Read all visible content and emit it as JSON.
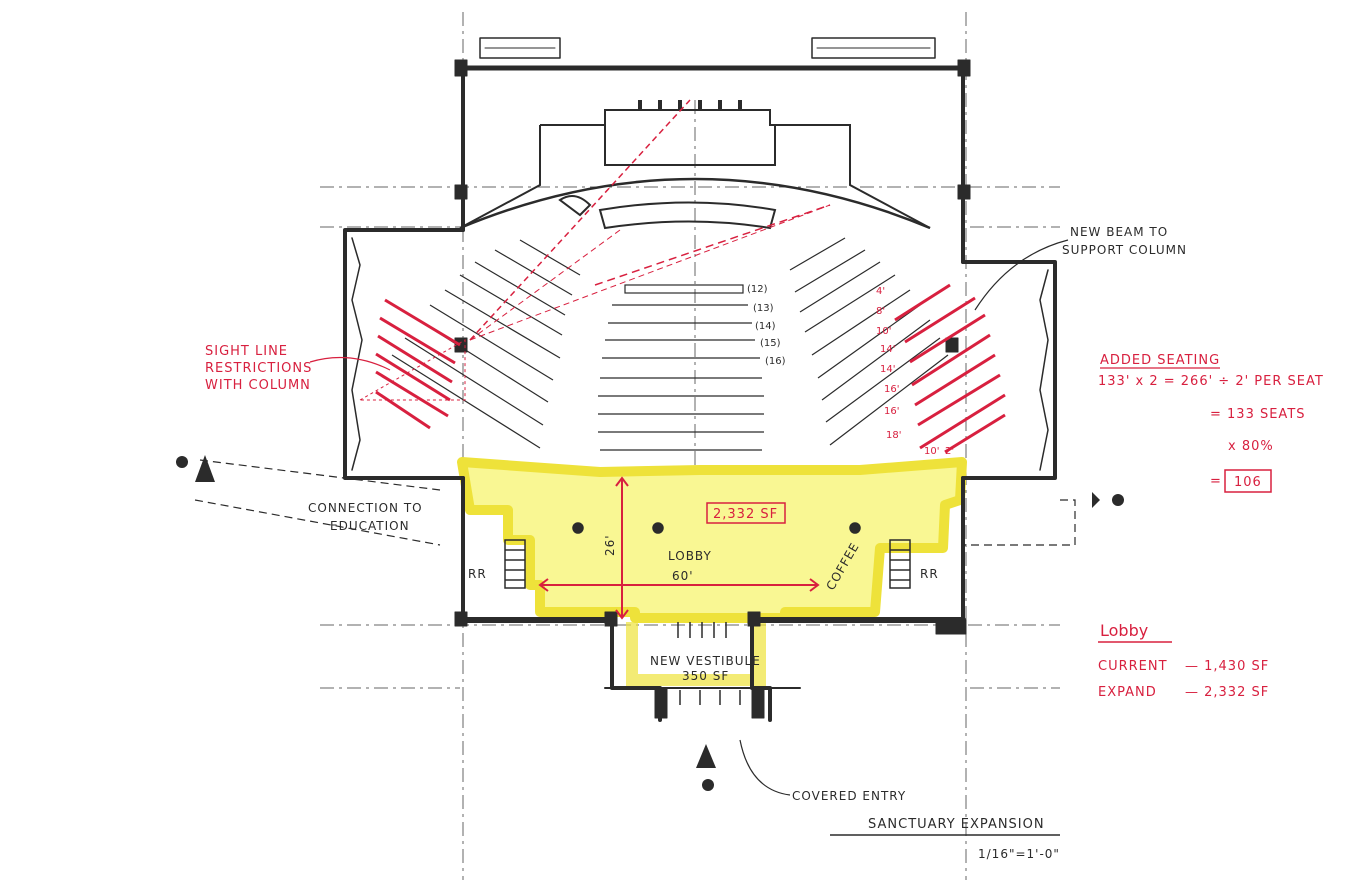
{
  "sheet": {
    "title": "SANCTUARY EXPANSION",
    "scale": "1/16\"=1'-0\""
  },
  "plan_labels": {
    "lobby": "LOBBY",
    "lobby_area": "2,332 SF",
    "lobby_depth": "26'",
    "lobby_width": "60'",
    "coffee": "COFFEE",
    "restroom_left": "RR",
    "restroom_right": "RR",
    "vestibule_name": "NEW VESTIBULE",
    "vestibule_area": "350 SF",
    "connection_line1": "CONNECTION TO",
    "connection_line2": "EDUCATION",
    "covered_entry": "COVERED ENTRY",
    "new_beam_line1": "NEW BEAM TO",
    "new_beam_line2": "SUPPORT COLUMN"
  },
  "row_numbers": [
    "(12)",
    "(13)",
    "(14)",
    "(15)",
    "(16)"
  ],
  "row_dimensions": [
    "4'",
    "8'",
    "10'",
    "14'",
    "14'",
    "16'",
    "16'",
    "18'",
    "10'",
    "2'"
  ],
  "sight_line_note": [
    "SIGHT LINE",
    "RESTRICTIONS",
    "WITH COLUMN"
  ],
  "added_seating": {
    "heading": "ADDED SEATING",
    "line1": "133' x 2 = 266' ÷ 2' PER SEAT",
    "line2": "= 133 SEATS",
    "line3": "x 80%",
    "equals": "=",
    "result": "106"
  },
  "lobby_summary": {
    "heading": "Lobby",
    "current_label": "CURRENT",
    "current_value": "— 1,430 SF",
    "expand_label": "EXPAND",
    "expand_value": "— 2,332 SF"
  },
  "colors": {
    "ink": "#2b2b2b",
    "red": "#d8203f",
    "highlight": "#f4f03a"
  }
}
